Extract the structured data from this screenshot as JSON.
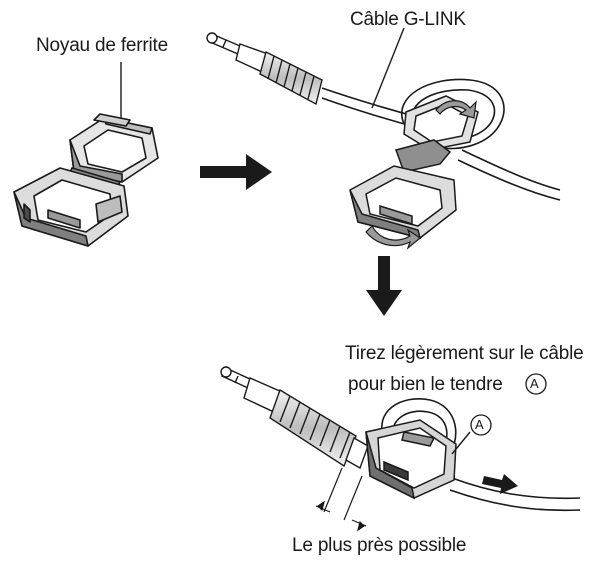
{
  "labels": {
    "ferrite_core": "Noyau de ferrite",
    "cable": "Câble G-LINK",
    "instruction_line1": "Tirez légèrement sur le câble",
    "instruction_line2": "pour bien le tendre",
    "marker_a": "A",
    "closest_possible": "Le plus près possible"
  },
  "icons": {
    "ferrite": "ferrite-core-icon",
    "arrow_right": "arrow-right-icon",
    "arrow_down": "arrow-down-icon",
    "pull_arrow": "pull-arrow-icon",
    "plug": "plug-icon",
    "rotate": "rotate-arrow-icon"
  },
  "colors": {
    "ink": "#1a1a1a",
    "ferrite_shade": "#d9d9d9",
    "ferrite_dark": "#6f6f6f",
    "background": "#ffffff"
  }
}
